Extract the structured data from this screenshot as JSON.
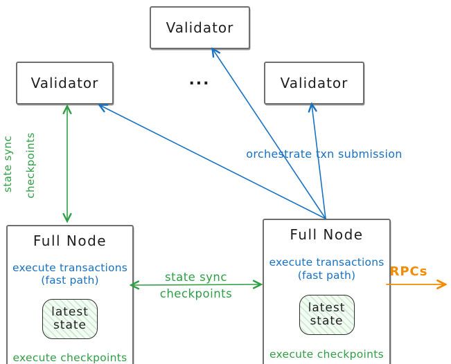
{
  "diagram": {
    "colors": {
      "blue": "#1971c2",
      "green": "#2f9e44",
      "orange": "#f08c00",
      "ink": "#1e1e1e",
      "border": "#6e6e6e"
    },
    "validators": {
      "left": {
        "label": "Validator"
      },
      "top": {
        "label": "Validator"
      },
      "right": {
        "label": "Validator"
      }
    },
    "ellipsis": "...",
    "full_nodes": {
      "left": {
        "title": "Full Node",
        "exec_line1": "execute transactions",
        "exec_line2": "(fast path)",
        "state_line1": "latest",
        "state_line2": "state",
        "footer": "execute checkpoints"
      },
      "right": {
        "title": "Full Node",
        "exec_line1": "execute transactions",
        "exec_line2": "(fast path)",
        "state_line1": "latest",
        "state_line2": "state",
        "footer": "execute checkpoints"
      }
    },
    "edges": {
      "state_sync_left": {
        "line1": "state sync",
        "line2": "checkpoints"
      },
      "state_sync_middle": {
        "line1": "state sync",
        "line2": "checkpoints"
      },
      "orchestrate": {
        "label": "orchestrate txn submission"
      },
      "rpcs": {
        "label": "RPCs"
      }
    }
  }
}
